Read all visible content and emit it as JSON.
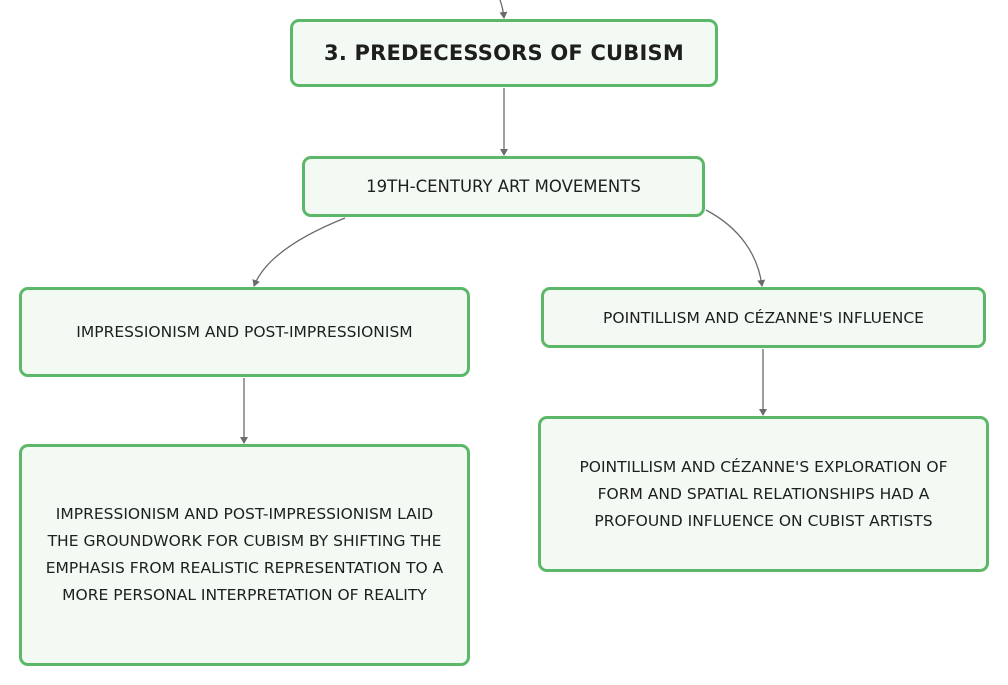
{
  "diagram": {
    "nodes": {
      "root": {
        "label": "3. Predecessors of Cubism"
      },
      "art_movements": {
        "label": "19th-Century Art Movements"
      },
      "impressionism": {
        "label": "Impressionism and Post-Impressionism"
      },
      "pointillism": {
        "label": "Pointillism and Cézanne's Influence"
      },
      "impressionism_detail": {
        "label": "Impressionism and Post-Impressionism laid the groundwork for Cubism by shifting the emphasis from realistic representation to a more personal interpretation of reality"
      },
      "pointillism_detail": {
        "label": "Pointillism and Cézanne's exploration of form and spatial relationships had a profound influence on Cubist artists"
      }
    },
    "edges": [
      {
        "from": "parent",
        "to": "root"
      },
      {
        "from": "root",
        "to": "art_movements"
      },
      {
        "from": "art_movements",
        "to": "impressionism"
      },
      {
        "from": "art_movements",
        "to": "pointillism"
      },
      {
        "from": "impressionism",
        "to": "impressionism_detail"
      },
      {
        "from": "pointillism",
        "to": "pointillism_detail"
      }
    ],
    "colors": {
      "node_border": "#5cb868",
      "node_fill": "#f3faf4",
      "connector": "#6b6b6b",
      "text": "#1e1e1e"
    }
  }
}
